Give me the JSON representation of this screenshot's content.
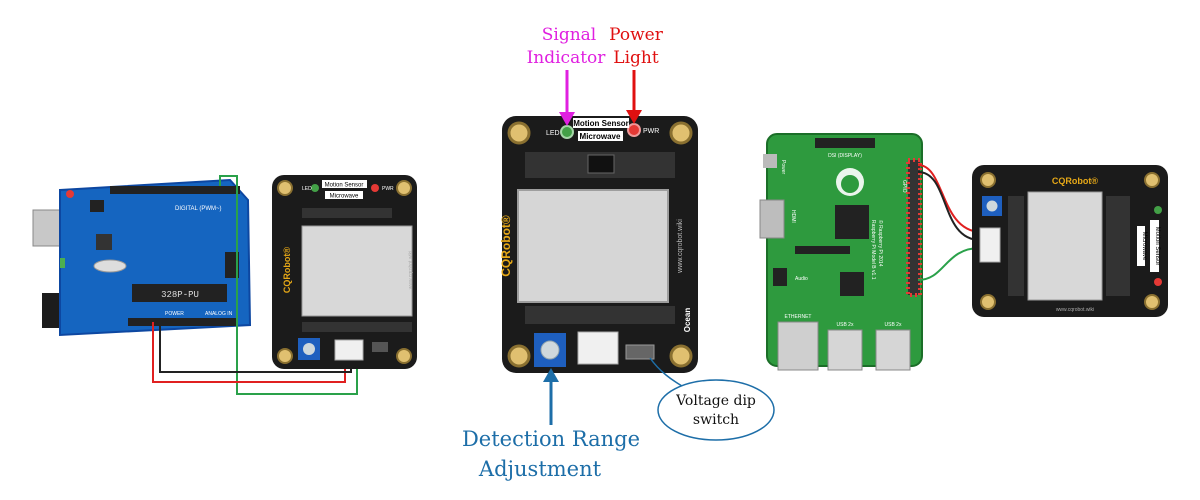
{
  "labels": {
    "signal_indicator": [
      "Signal",
      "Indicator"
    ],
    "power_light": [
      "Power",
      "Light"
    ],
    "detection_range": [
      "Detection Range",
      "Adjustment"
    ],
    "voltage_dip": [
      "Voltage dip",
      "switch"
    ]
  },
  "sensor_center": {
    "brand": "CQRobot",
    "reg": "®",
    "title": "Motion Sensor",
    "subtitle": "Microwave",
    "led": "LED",
    "pwr": "PWR",
    "website": "www.cqrobot.wiki",
    "model": "Ocean"
  },
  "sensor_small": {
    "brand": "CQRobot",
    "reg": "®",
    "title": "Motion Sensor",
    "subtitle": "Microwave",
    "led": "LED",
    "pwr": "PWR",
    "website": "www.cqrobot.wiki"
  },
  "sensor_right": {
    "brand": "CQRobot",
    "reg": "®",
    "title": "Motion Sensor",
    "subtitle": "Microwave",
    "website": "www.cqrobot.wiki"
  },
  "arduino": {
    "chip": "328P-PU",
    "digital": "DIGITAL",
    "pwm": "(PWM~)",
    "power": "POWER",
    "analog": "ANALOG IN"
  },
  "raspberry": {
    "display": "DSI (DISPLAY)",
    "ethernet": "ETHERNET",
    "usb1": "USB 2x",
    "usb2": "USB 2x",
    "audio": "Audio",
    "power": "Power",
    "hdmi": "HDMI",
    "gpio": "GPIO",
    "model_line1": "Raspberry Pi Model B v1.1",
    "model_line2": "© Raspberry Pi 2014"
  },
  "colors": {
    "board_black": "#1b1b1b",
    "arduino_blue": "#1565c0",
    "pi_green": "#2e9a3e",
    "brand_orange": "#e6a817",
    "signal_magenta": "#e020e0",
    "power_red": "#e01010",
    "adjust_blue": "#1d6ea8",
    "wire_red": "#e02020",
    "wire_green": "#2aa14a",
    "wire_black": "#222222"
  }
}
